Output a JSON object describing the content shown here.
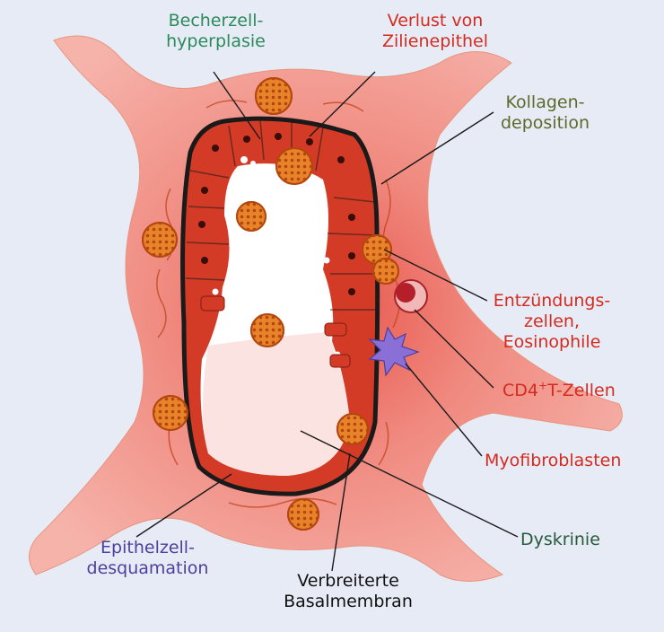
{
  "colors": {
    "background": "#e6ebf6",
    "tissue": "#f3a9a0",
    "epithelium": "#d43b26",
    "lumen": "#ffffff",
    "mucus": "#fbe3e1",
    "basement_membrane": "#1a1a1a",
    "inflammatory_cell": "#e8832a",
    "label_green": "#2b8a5a",
    "label_red": "#d52b1e",
    "label_olive": "#5d6a2a",
    "label_purple": "#4e3f9e",
    "label_dark_green": "#285a3a",
    "label_black": "#111111",
    "myofibroblast": "#8a6fd6"
  },
  "labels": {
    "becherzell": [
      "Becherzell-",
      "hyperplasie"
    ],
    "zilien": [
      "Verlust von",
      "Zilienepithel"
    ],
    "kollagen": [
      "Kollagen-",
      "deposition"
    ],
    "entzuendung": [
      "Entzündungs-",
      "zellen,",
      "Eosinophile"
    ],
    "cd4": {
      "main": "CD4",
      "sup": "+",
      "rest": "T-Zellen"
    },
    "myofibro": "Myofibroblasten",
    "dyskrinie": "Dyskrinie",
    "epithel": [
      "Epithelzell-",
      "desquamation"
    ],
    "basal": [
      "Verbreiterte",
      "Basalmembran"
    ]
  }
}
